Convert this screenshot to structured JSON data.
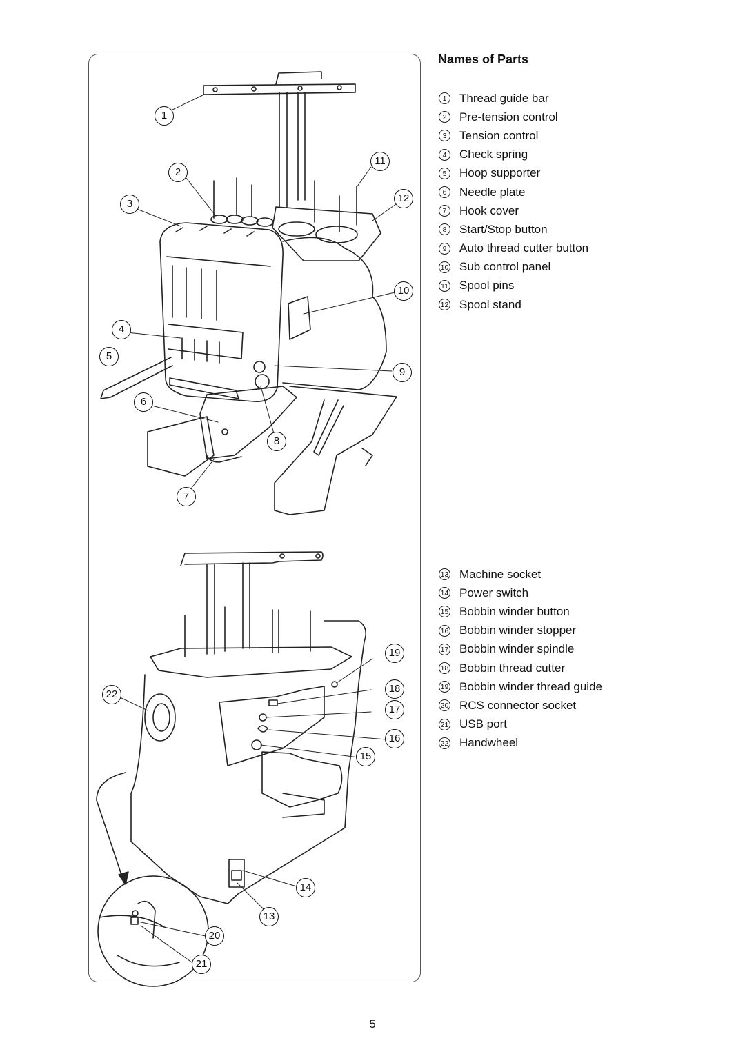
{
  "section_title": "Names of Parts",
  "parts_top": [
    {
      "num": "1",
      "label": "Thread guide bar"
    },
    {
      "num": "2",
      "label": "Pre-tension control"
    },
    {
      "num": "3",
      "label": "Tension control"
    },
    {
      "num": "4",
      "label": "Check spring"
    },
    {
      "num": "5",
      "label": "Hoop supporter"
    },
    {
      "num": "6",
      "label": "Needle plate"
    },
    {
      "num": "7",
      "label": "Hook cover"
    },
    {
      "num": "8",
      "label": "Start/Stop button"
    },
    {
      "num": "9",
      "label": "Auto thread cutter button"
    },
    {
      "num": "10",
      "label": "Sub control panel"
    },
    {
      "num": "11",
      "label": "Spool pins"
    },
    {
      "num": "12",
      "label": "Spool stand"
    }
  ],
  "parts_bottom": [
    {
      "num": "13",
      "label": "Machine socket"
    },
    {
      "num": "14",
      "label": "Power switch"
    },
    {
      "num": "15",
      "label": "Bobbin winder button"
    },
    {
      "num": "16",
      "label": "Bobbin winder stopper"
    },
    {
      "num": "17",
      "label": "Bobbin winder spindle"
    },
    {
      "num": "18",
      "label": "Bobbin thread cutter"
    },
    {
      "num": "19",
      "label": "Bobbin winder thread guide"
    },
    {
      "num": "20",
      "label": "RCS connector socket"
    },
    {
      "num": "21",
      "label": "USB port"
    },
    {
      "num": "22",
      "label": "Handwheel"
    }
  ],
  "figure_callouts": [
    "1",
    "2",
    "3",
    "4",
    "5",
    "6",
    "7",
    "8",
    "9",
    "10",
    "11",
    "12",
    "13",
    "14",
    "15",
    "16",
    "17",
    "18",
    "19",
    "20",
    "21",
    "22"
  ],
  "page_number": "5"
}
